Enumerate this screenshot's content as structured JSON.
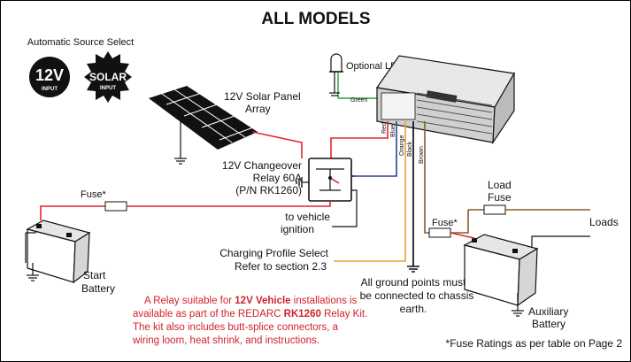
{
  "title": "ALL MODELS",
  "auto_source": {
    "label": "Automatic Source Select",
    "badge_12v": "12V",
    "badge_12v_sub": "INPUT",
    "badge_solar": "SOLAR",
    "badge_solar_sub": "INPUT"
  },
  "optional_led": "Optional LED",
  "solar_panel": [
    "12V Solar Panel",
    "Array"
  ],
  "relay": [
    "12V Changeover",
    "Relay 60A",
    "(P/N RK1260)"
  ],
  "to_ignition": [
    "to vehicle",
    "ignition"
  ],
  "charging_profile": [
    "Charging Profile Select",
    "Refer to section 2.3"
  ],
  "ground_note": [
    "All ground points must",
    "be connected to chassis",
    "earth."
  ],
  "start_battery": [
    "Start",
    "Battery"
  ],
  "aux_battery": [
    "Auxiliary",
    "Battery"
  ],
  "fuse_start": "Fuse*",
  "fuse_aux": "Fuse*",
  "load_fuse": [
    "Load",
    "Fuse"
  ],
  "loads": "Loads",
  "footnote": "*Fuse Ratings as per table on Page 2",
  "wires": {
    "green": "Green",
    "red": "Red",
    "blue": "Blue",
    "orange": "Orange",
    "black": "Black",
    "brown": "Brown"
  },
  "note": {
    "l1_pre": "A Relay suitable for ",
    "l1_bold": "12V Vehicle",
    "l1_post": " installations is",
    "l2_pre": "available as part of the REDARC ",
    "l2_bold": "RK1260",
    "l2_post": " Relay Kit.",
    "l3": "The kit also includes butt-splice connectors, a",
    "l4": "wiring loom, heat shrink, and instructions."
  },
  "colors": {
    "red": "#e0262e",
    "blue": "#2b3f9a",
    "green": "#2e9a3a",
    "orange": "#f0a030",
    "brown": "#8a5a2a",
    "black": "#000000"
  }
}
